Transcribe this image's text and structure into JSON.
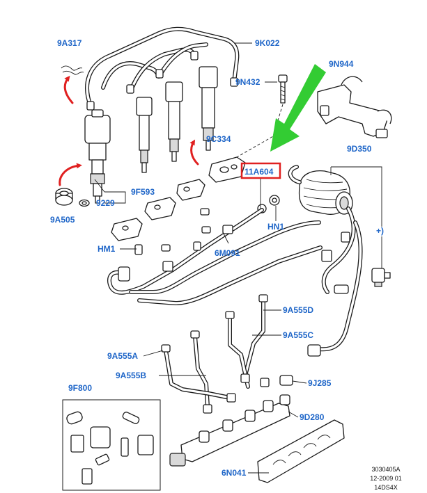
{
  "colors": {
    "callout": "#1f66c8",
    "highlight_box": "#e02020",
    "pointer_arrow": "#33cc33",
    "motion_arrow": "#e02020"
  },
  "labels": {
    "l9A317": "9A317",
    "l9K022": "9K022",
    "l9N432": "9N432",
    "l9N944": "9N944",
    "l9C334": "9C334",
    "l11A604": "11A604",
    "l9D350": "9D350",
    "l9F593": "9F593",
    "l9229": "9229",
    "l9A505": "9A505",
    "lHN1": "HN1",
    "lHM1": "HM1",
    "l6M091": "6M091",
    "lPlus": "+)",
    "l9A555D": "9A555D",
    "l9A555C": "9A555C",
    "l9A555A": "9A555A",
    "l9A555B": "9A555B",
    "l9J285": "9J285",
    "l9F800": "9F800",
    "l9D280": "9D280",
    "l6N041": "6N041"
  },
  "reference": {
    "code": "3030405A",
    "date": "12-2009 01",
    "model": "14DS4X"
  }
}
